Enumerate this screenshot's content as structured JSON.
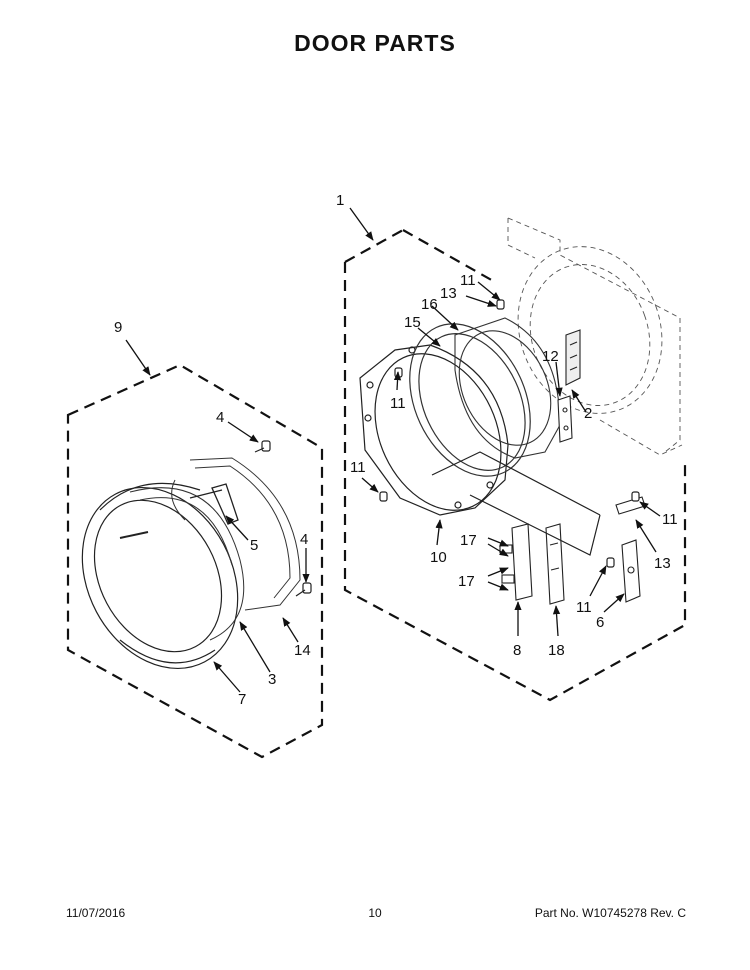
{
  "title": "DOOR PARTS",
  "footer": {
    "date": "11/07/2016",
    "page": "10",
    "part_no": "Part No.  W10745278  Rev.  C"
  },
  "callouts": {
    "c1": "1",
    "c9": "9",
    "c4a": "4",
    "c4b": "4",
    "c5": "5",
    "c3": "3",
    "c7": "7",
    "c14": "14",
    "c11a": "11",
    "c13a": "13",
    "c16": "16",
    "c15": "15",
    "c12": "12",
    "c2": "2",
    "c11b": "11",
    "c11c": "11",
    "c10": "10",
    "c17a": "17",
    "c17b": "17",
    "c8": "8",
    "c18": "18",
    "c11d": "11",
    "c13b": "13",
    "c11e": "11",
    "c6": "6"
  }
}
